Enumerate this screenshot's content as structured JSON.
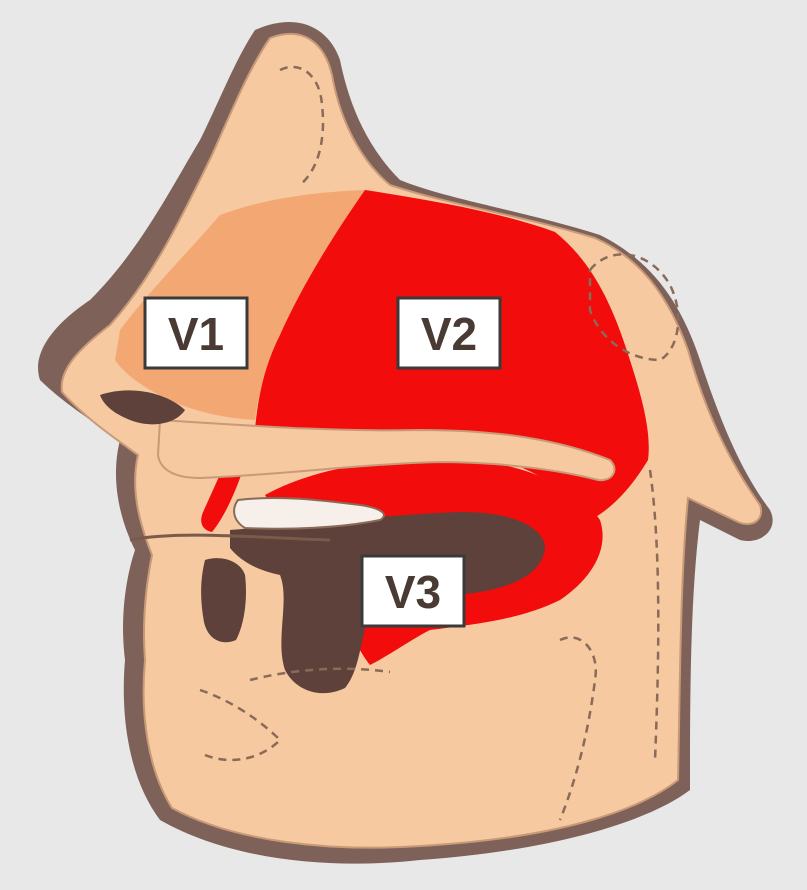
{
  "labels": {
    "v1": "V1",
    "v2": "V2",
    "v3": "V3"
  },
  "colors": {
    "background": "#e8e8e8",
    "skin": "#f6c9a0",
    "v1_region": "#f3a874",
    "v2_v3_region": "#f20c0c",
    "shadow": "#6b4a40",
    "cavity": "#5e413b"
  }
}
